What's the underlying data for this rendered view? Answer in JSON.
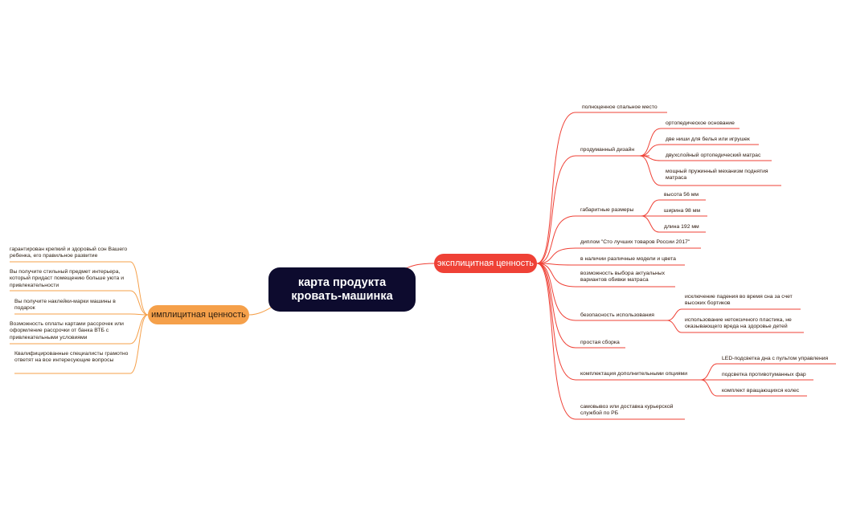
{
  "central": {
    "line1": "карта продукта",
    "line2": "кровать-машинка"
  },
  "explicit": {
    "label": "эксплицитная ценность",
    "items": [
      {
        "text": "полноценное спальное место"
      },
      {
        "text": "продуманный дизайн",
        "children": [
          "ортопедическое основание",
          "две ниши для белья или игрушек",
          "двухслойный ортопедический матрас",
          "мощный пружинный механизм поднятия матраса"
        ]
      },
      {
        "text": "габаритные размеры",
        "children": [
          "высота 56 мм",
          "ширина 98 мм",
          "длина 192 мм"
        ]
      },
      {
        "text": "диплом \"Сто лучших товаров России 2017\""
      },
      {
        "text": "в наличии различные модели и цвета"
      },
      {
        "text": "возможность выбора актуальных вариантов обивки матраса"
      },
      {
        "text": "безопасность использования",
        "children": [
          "исключение падения во время сна за счет высоких бортиков",
          "использование нетоксичного пластика, не оказывающего вреда на здоровье детей"
        ]
      },
      {
        "text": "простая сборка"
      },
      {
        "text": "комплектация дополнительными опциями",
        "children": [
          "LED-подсветка дна с пультом управления",
          "подсветка противотуманных фар",
          "комплект вращающихся колес"
        ]
      },
      {
        "text": "самовывоз или доставка курьерской службой по РБ"
      }
    ]
  },
  "implicit": {
    "label": "имплицитная ценность",
    "items": [
      "гарантирован крепкий и здоровый сон Вашего ребенка, его правильное развитие",
      "Вы получите стильный предмет интерьера, который придаст помещению больше уюта и привлекательности",
      "Вы получите наклейки-марки машины в подарок",
      "Возможность оплаты картами рассрочек или оформление рассрочки от банка ВТБ с привлекательными условиями",
      "Квалифицированные специалисты грамотно ответят на все интересующие вопросы"
    ]
  },
  "colors": {
    "explicit": "#ef4136",
    "implicit": "#f5a04a",
    "central": "#0d0b2e"
  }
}
